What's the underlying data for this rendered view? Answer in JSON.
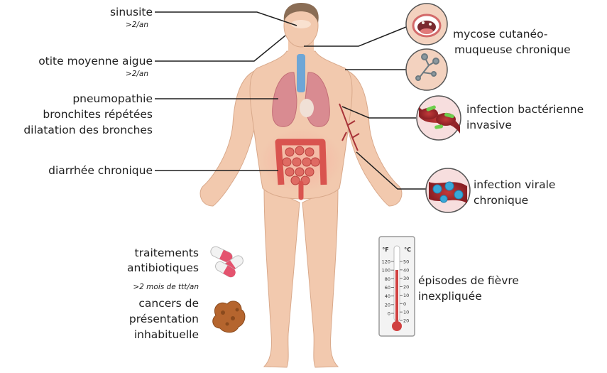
{
  "labels": {
    "sinusite": "sinusite",
    "sinusite_freq": ">2/an",
    "otite": "otite moyenne aigue",
    "otite_freq": ">2/an",
    "pneumo_1": "pneumopathie",
    "pneumo_2": "bronchites répétées",
    "pneumo_3": "dilatation des bronches",
    "diarrhee": "diarrhée chronique",
    "antibio_1": "traitements",
    "antibio_2": "antibiotiques",
    "antibio_note": ">2 mois de ttt/an",
    "cancer_1": "cancers de",
    "cancer_2": "présentation",
    "cancer_3": "inhabituelle",
    "mycose_1": "mycose cutanéo-",
    "mycose_2": "muqueuse chronique",
    "bacterie_1": "infection bactérienne",
    "bacterie_2": "invasive",
    "virale_1": "infection virale",
    "virale_2": "chronique",
    "fievre_1": "épisodes de fièvre",
    "fievre_2": "inexpliquée"
  },
  "thermometer": {
    "unit_f": "°F",
    "unit_c": "°C",
    "f_ticks": [
      "120",
      "100",
      "80",
      "60",
      "40",
      "20",
      "0"
    ],
    "c_ticks": [
      "50",
      "40",
      "30",
      "20",
      "10",
      "0",
      "10",
      "20"
    ]
  },
  "colors": {
    "skin": "#f2c9ae",
    "lung": "#d98b91",
    "intestine": "#d9544f",
    "trachea": "#6ea6d6",
    "leader": "#1f1f1f",
    "pill": "#e4536e",
    "thermo_red": "#d04040"
  }
}
